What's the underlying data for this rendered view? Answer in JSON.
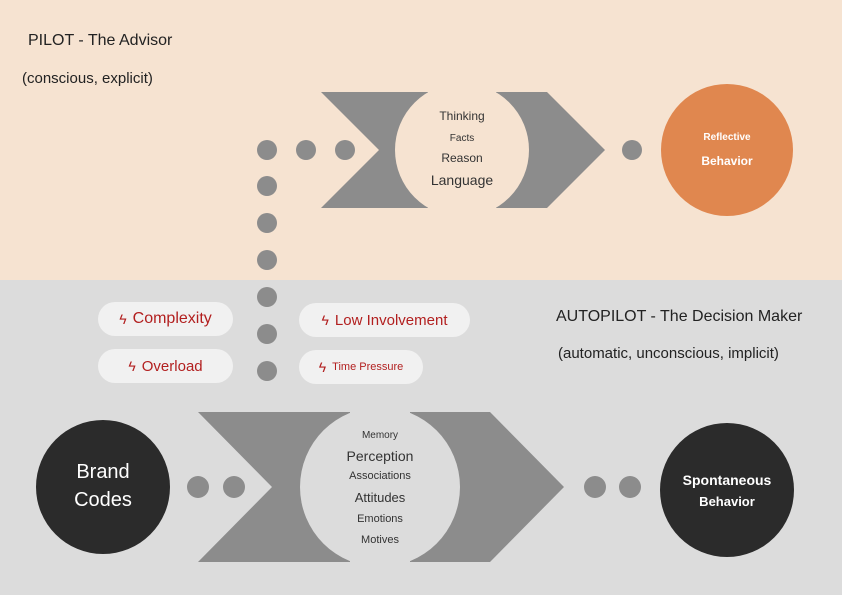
{
  "pilot": {
    "title": "PILOT - The Advisor",
    "subtitle": "(conscious, explicit)",
    "circle_words": [
      "Thinking",
      "Facts",
      "Reason",
      "Language"
    ],
    "outcome": {
      "line1": "Reflective",
      "line2": "Behavior",
      "color": "#e0874f"
    }
  },
  "autopilot": {
    "title": "AUTOPILOT - The Decision Maker",
    "subtitle": "(automatic, unconscious, implicit)",
    "circle_words": [
      "Memory",
      "Perception",
      "Associations",
      "Attitudes",
      "Emotions",
      "Motives"
    ],
    "input": {
      "line1": "Brand",
      "line2": "Codes"
    },
    "outcome": {
      "line1": "Spontaneous",
      "line2": "Behavior"
    }
  },
  "factors": {
    "bolt": "ϟ",
    "complexity": "Complexity",
    "overload": "Overload",
    "low_involvement": "Low Involvement",
    "time_pressure": "Time Pressure",
    "color": "#b21f1f"
  },
  "colors": {
    "pilot_bg": "#f6e3d1",
    "autopilot_bg": "#dcdcdc",
    "arrow": "#8c8c8c",
    "dot": "#8c8c8c",
    "dark": "#2b2b2b"
  }
}
